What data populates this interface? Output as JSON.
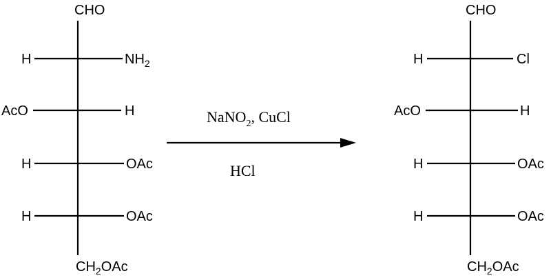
{
  "reactant": {
    "top": "CHO",
    "rows": [
      {
        "left": "H",
        "right": "NH",
        "right_sub": "2"
      },
      {
        "left": "AcO",
        "right": "H"
      },
      {
        "left": "H",
        "right": "OAc"
      },
      {
        "left": "H",
        "right": "OAc"
      }
    ],
    "bottom_pre": "CH",
    "bottom_sub": "2",
    "bottom_post": "OAc"
  },
  "reagents": {
    "above_pre": "NaNO",
    "above_sub": "2",
    "above_post": ", CuCl",
    "below": "HCl"
  },
  "product": {
    "top": "CHO",
    "rows": [
      {
        "left": "H",
        "right": "Cl"
      },
      {
        "left": "AcO",
        "right": "H"
      },
      {
        "left": "H",
        "right": "OAc"
      },
      {
        "left": "H",
        "right": "OAc"
      }
    ],
    "bottom_pre": "CH",
    "bottom_sub": "2",
    "bottom_post": "OAc"
  }
}
